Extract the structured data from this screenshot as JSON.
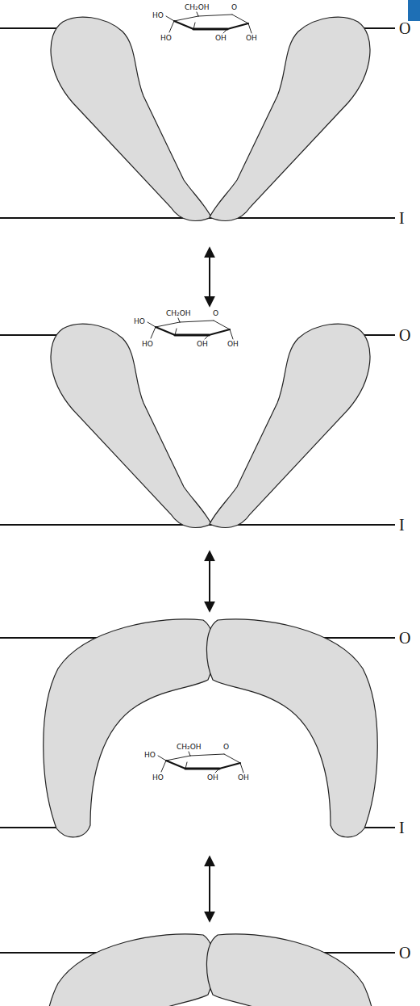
{
  "diagram": {
    "labels": [
      "HO",
      "CH₂OH",
      "O",
      "HO",
      "OH",
      "OH",
      "O",
      "I",
      "HO",
      "CH₂OH",
      "O",
      "HO",
      "OH",
      "OH",
      "O",
      "I",
      "O",
      "HO",
      "CH₂OH",
      "O",
      "HO",
      "OH",
      "OH",
      "I",
      "O"
    ]
  }
}
